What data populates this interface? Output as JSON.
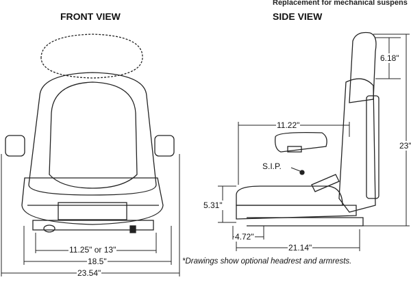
{
  "header_partial": "Replacement for mechanical suspens",
  "front_view": {
    "title": "FRONT VIEW",
    "dims": {
      "inner_width": "11.25\" or 13\"",
      "seat_width": "18.5\"",
      "overall_width": "23.54\""
    }
  },
  "side_view": {
    "title": "SIDE VIEW",
    "dims": {
      "headrest": "6.18\"",
      "height": "23\"",
      "arm_to_back": "11.22\"",
      "seat_height": "5.31\"",
      "front_offset": "4.72\"",
      "depth": "21.14\""
    },
    "sip_label": "S.I.P."
  },
  "note": "*Drawings show optional headrest and armrests."
}
